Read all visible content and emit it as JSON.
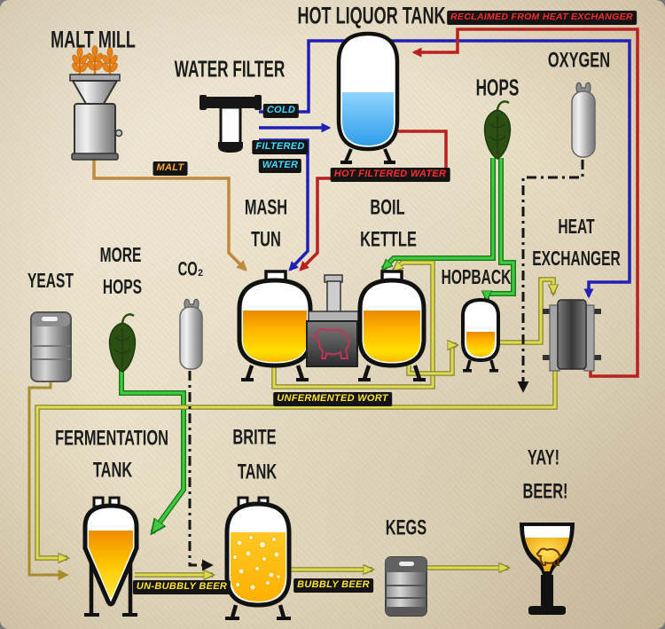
{
  "diagram": {
    "nodes": {
      "malt_mill": "MALT MILL",
      "water_filter": "WATER FILTER",
      "hot_liquor_tank": "HOT LIQUOR TANK",
      "oxygen": "OXYGEN",
      "hops": "HOPS",
      "mash_tun_1": "MASH",
      "mash_tun_2": "TUN",
      "boil_kettle_1": "BOIL",
      "boil_kettle_2": "KETTLE",
      "heat_exchanger_1": "HEAT",
      "heat_exchanger_2": "EXCHANGER",
      "hopback": "HOPBACK",
      "yeast": "YEAST",
      "more_hops_1": "MORE",
      "more_hops_2": "HOPS",
      "co2": "CO₂",
      "fermentation_tank_1": "FERMENTATION",
      "fermentation_tank_2": "TANK",
      "brite_tank_1": "BRITE",
      "brite_tank_2": "TANK",
      "kegs": "KEGS",
      "yay_beer_1": "YAY!",
      "yay_beer_2": "BEER!"
    },
    "flows": {
      "cold": "COLD",
      "filtered_water_1": "FILTERED",
      "filtered_water_2": "WATER",
      "hot_filtered_water": "HOT FILTERED WATER",
      "reclaimed": "RECLAIMED FROM HEAT EXCHANGER",
      "malt": "MALT",
      "unfermented_wort": "UNFERMENTED WORT",
      "un_bubbly_beer": "UN-BUBBLY BEER",
      "bubbly_beer": "BUBBLY BEER"
    },
    "colors": {
      "paper": "#e9dfc6",
      "cold_water_line": "#2020b8",
      "hot_water_line": "#b92020",
      "malt_line": "#c08a3e",
      "wort_line": "#dedb52",
      "yeast_line": "#a58d2c",
      "hops_line": "#41c941",
      "gas_line": "#141414",
      "label_cold_text": "#45d9ff",
      "label_hot_text": "#ff2d2d",
      "label_malt_text": "#ffaa33",
      "label_wort_text": "#ffe335",
      "beer_amber": "#ffb300",
      "water_blue": "#35a2ea"
    }
  }
}
